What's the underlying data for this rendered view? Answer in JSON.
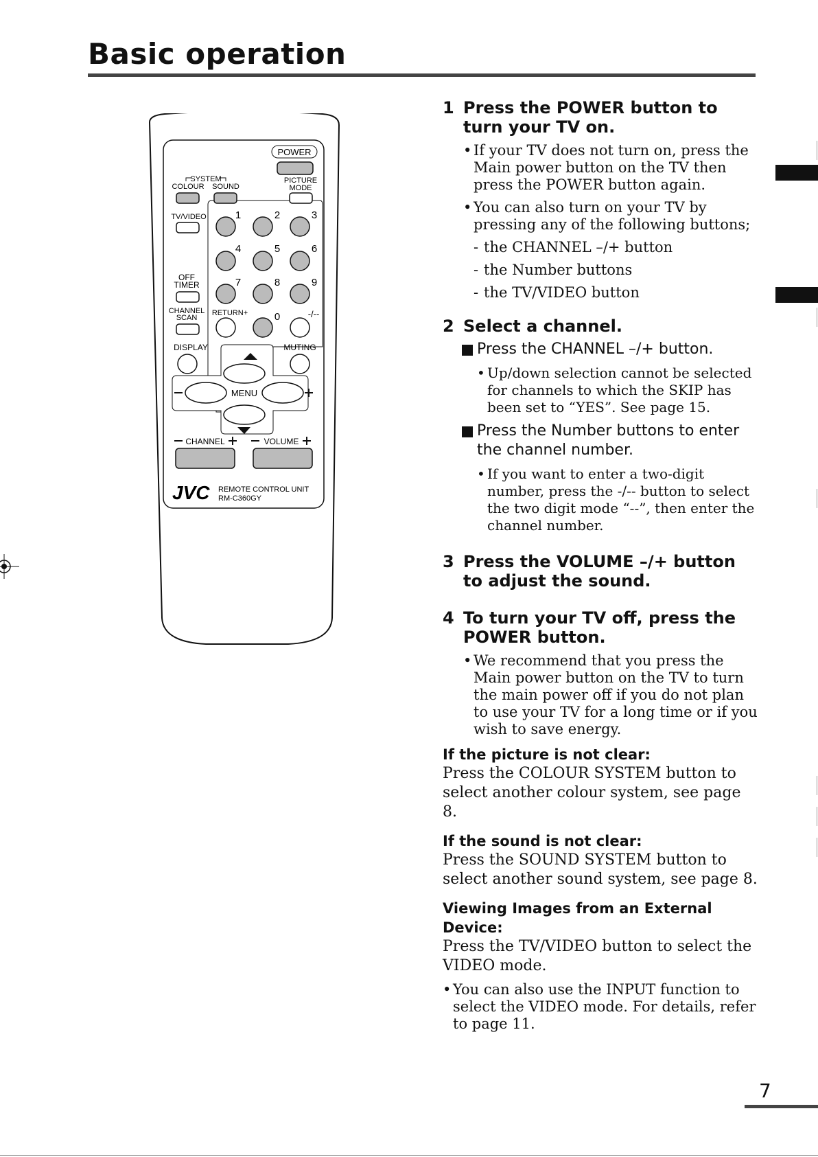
{
  "page": {
    "title": "Basic operation",
    "page_number": "7"
  },
  "remote": {
    "power": "POWER",
    "system": "SYSTEM",
    "colour": "COLOUR",
    "sound": "SOUND",
    "picture": "PICTURE",
    "mode": "MODE",
    "tv_video": "TV/VIDEO",
    "numbers": [
      "1",
      "2",
      "3",
      "4",
      "5",
      "6",
      "7",
      "8",
      "9"
    ],
    "off": "OFF",
    "timer": "TIMER",
    "channel_scan_1": "CHANNEL",
    "channel_scan_2": "SCAN",
    "return": "RETURN+",
    "zero": "0",
    "digit": "-/--",
    "display": "DISPLAY",
    "muting": "MUTING",
    "menu": "MENU",
    "channel": "CHANNEL",
    "volume": "VOLUME",
    "brand": "JVC",
    "unit": "REMOTE  CONTROL  UNIT",
    "model": "RM-C360GY"
  },
  "steps": {
    "s1": {
      "num": "1",
      "title": "Press the POWER  button to turn your TV on.",
      "b1": "If your TV does not turn on, press the Main power button on the TV then press the POWER button again.",
      "b2": "You can also turn on your TV by pressing any of the following buttons;",
      "d1": "the CHANNEL –/+ button",
      "d2": "the Number buttons",
      "d3": "the TV/VIDEO button"
    },
    "s2": {
      "num": "2",
      "title": "Select a channel.",
      "sub1": "Press the CHANNEL –/+ button.",
      "sub1_b": "Up/down selection cannot be selected for channels to which the SKIP has been set to “YES”. See page 15.",
      "sub2": "Press the Number buttons to enter the channel number.",
      "sub2_b": "If you want to enter a two-digit number, press the -/-- button to select the two digit mode “--”, then enter the channel number."
    },
    "s3": {
      "num": "3",
      "title": "Press the VOLUME –/+ button to adjust the sound."
    },
    "s4": {
      "num": "4",
      "title": "To turn your TV off, press the POWER button.",
      "b1": "We recommend that you press the Main power button on the TV to turn the main power off if you do not plan to use your TV for a long time or if you wish to save energy."
    }
  },
  "notes": {
    "n1_head": "If the picture is not clear:",
    "n1_text": "Press the COLOUR SYSTEM button to select another colour system, see page 8.",
    "n2_head": "If the sound is not clear:",
    "n2_text": "Press the SOUND SYSTEM button to select another sound system, see page 8.",
    "n3_head": "Viewing Images from an External Device:",
    "n3_text": "Press the TV/VIDEO button to select the VIDEO mode.",
    "n3_b": "You can also use the INPUT function to select the VIDEO mode. For details, refer to page 11."
  }
}
